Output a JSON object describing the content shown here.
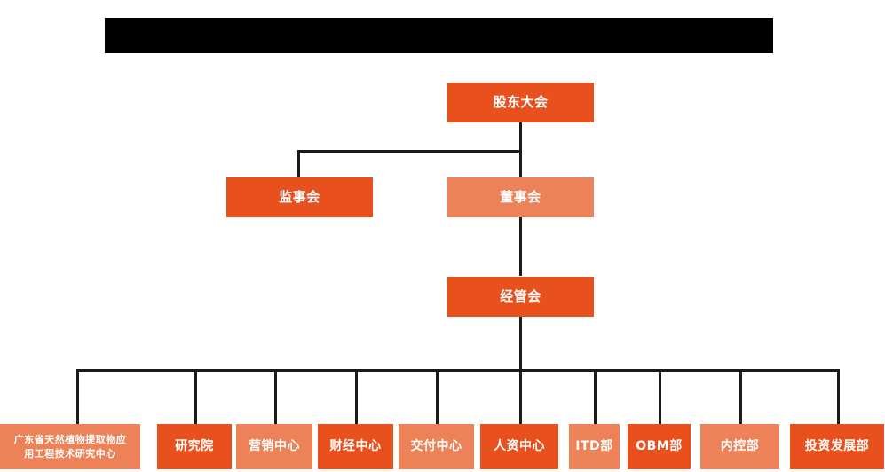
{
  "chart_data": {
    "type": "diagram",
    "subtype": "organization-chart",
    "title": "",
    "title_redacted": true,
    "orientation": "top-down",
    "colors": {
      "dark_orange": "#e8511e",
      "light_orange": "#ed8158",
      "connector": "#1a1a1a",
      "background": "#ffffff",
      "redaction": "#000000",
      "label_text": "#ffffff"
    },
    "levels": [
      {
        "level": 1,
        "nodes": [
          "股东大会"
        ]
      },
      {
        "level": 2,
        "nodes": [
          "监事会",
          "董事会"
        ]
      },
      {
        "level": 3,
        "nodes": [
          "经管会"
        ]
      },
      {
        "level": 4,
        "nodes": [
          "广东省天然植物提取物应用工程技术研究中心",
          "研究院",
          "营销中心",
          "财经中心",
          "交付中心",
          "人资中心",
          "ITD部",
          "OBM部",
          "内控部",
          "投资发展部"
        ]
      }
    ],
    "edges": [
      {
        "from": "股东大会",
        "to": "监事会"
      },
      {
        "from": "股东大会",
        "to": "董事会"
      },
      {
        "from": "董事会",
        "to": "经管会"
      },
      {
        "from": "经管会",
        "to": "广东省天然植物提取物应用工程技术研究中心"
      },
      {
        "from": "经管会",
        "to": "研究院"
      },
      {
        "from": "经管会",
        "to": "营销中心"
      },
      {
        "from": "经管会",
        "to": "财经中心"
      },
      {
        "from": "经管会",
        "to": "交付中心"
      },
      {
        "from": "经管会",
        "to": "人资中心"
      },
      {
        "from": "经管会",
        "to": "ITD部"
      },
      {
        "from": "经管会",
        "to": "OBM部"
      },
      {
        "from": "经管会",
        "to": "内控部"
      },
      {
        "from": "经管会",
        "to": "投资发展部"
      }
    ]
  },
  "title_bar": {
    "text": "",
    "redacted": true
  },
  "nodes": {
    "shareholders_meeting": {
      "label": "股东大会",
      "fill": "dark"
    },
    "board_of_supervisors": {
      "label": "监事会",
      "fill": "dark"
    },
    "board_of_directors": {
      "label": "董事会",
      "fill": "light"
    },
    "management_committee": {
      "label": "经管会",
      "fill": "dark"
    },
    "research_center": {
      "label": "广东省天然植物提取物应用工程技术研究中心",
      "line1": "广东省天然植物提取物应",
      "line2": "用工程技术研究中心",
      "fill": "light"
    },
    "research_institute": {
      "label": "研究院",
      "fill": "dark"
    },
    "marketing_center": {
      "label": "营销中心",
      "fill": "light"
    },
    "finance_center": {
      "label": "财经中心",
      "fill": "dark"
    },
    "delivery_center": {
      "label": "交付中心",
      "fill": "light"
    },
    "hr_center": {
      "label": "人资中心",
      "fill": "dark"
    },
    "itd_department": {
      "label": "ITD部",
      "fill": "light"
    },
    "obm_department": {
      "label": "OBM部",
      "fill": "dark"
    },
    "internal_control_department": {
      "label": "内控部",
      "fill": "light"
    },
    "investment_development_department": {
      "label": "投资发展部",
      "fill": "dark"
    }
  }
}
